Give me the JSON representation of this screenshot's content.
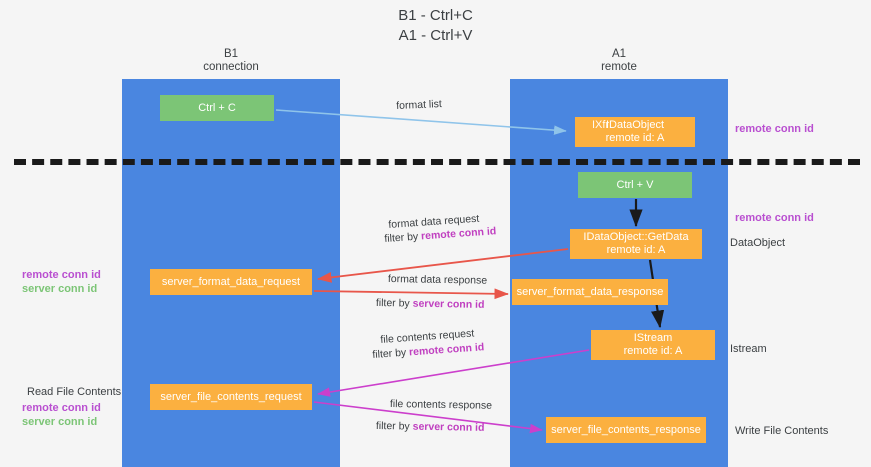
{
  "title": {
    "line1": "B1 - Ctrl+C",
    "line2": "A1 - Ctrl+V"
  },
  "lanes": [
    {
      "id": "b1",
      "name": "B1",
      "subtitle": "connection",
      "color": "#4a86e0"
    },
    {
      "id": "a1",
      "name": "A1",
      "subtitle": "remote",
      "color": "#4a86e0"
    }
  ],
  "nodes": {
    "ctrl_c": {
      "label": "Ctrl + C",
      "color": "#7cc576"
    },
    "idataobject": {
      "line1": "IDataObject",
      "line2": "remote id: A",
      "overlay": "IXfr",
      "color": "#fbb040"
    },
    "ctrl_v": {
      "label": "Ctrl + V",
      "color": "#7cc576"
    },
    "getdata": {
      "line1": "IDataObject::GetData",
      "line2": "remote id: A",
      "color": "#fbb040"
    },
    "server_format_data_request": {
      "label": "server_format_data_request",
      "color": "#fbb040"
    },
    "server_format_data_response": {
      "label": "server_format_data_response",
      "color": "#fbb040"
    },
    "istream": {
      "line1": "IStream",
      "line2": "remote id: A",
      "color": "#fbb040"
    },
    "server_file_contents_request": {
      "label": "server_file_contents_request",
      "color": "#fbb040"
    },
    "server_file_contents_response": {
      "label": "server_file_contents_response",
      "color": "#fbb040"
    }
  },
  "edge_labels": {
    "format_list": "format list",
    "format_data_request": "format data request",
    "format_data_request_filter_prefix": "filter by ",
    "format_data_request_filter_key": "remote conn id",
    "format_data_response": "format data response",
    "format_data_response_filter_prefix": "filter by ",
    "format_data_response_filter_key": "server conn id",
    "file_contents_request": "file contents request",
    "file_contents_request_filter_prefix": "filter by ",
    "file_contents_request_filter_key": "remote conn id",
    "file_contents_response": "file contents response",
    "file_contents_response_filter_prefix": "filter by ",
    "file_contents_response_filter_key": "server conn id"
  },
  "annotations": {
    "left": {
      "remote_conn_id": "remote conn id",
      "server_conn_id": "server conn id",
      "read_file_contents": "Read File Contents",
      "remote_conn_id_2": "remote conn id",
      "server_conn_id_2": "server conn id"
    },
    "right": {
      "remote_conn_id_top": "remote conn id",
      "remote_conn_id_mid": "remote conn id",
      "data_object": "DataObject",
      "istream": "Istream",
      "write_file_contents": "Write File Contents"
    }
  },
  "colors": {
    "lane": "#4a86e0",
    "green_node": "#7cc576",
    "orange_node": "#fbb040",
    "magenta": "#b94fd0",
    "green_text": "#7cc576",
    "arrow_blue": "#8fc4ea",
    "arrow_red": "#e8564a",
    "arrow_magenta": "#cc3fcc",
    "arrow_black": "#1a1a1a",
    "background": "#f5f5f5",
    "divider": "#1a1a1a"
  }
}
